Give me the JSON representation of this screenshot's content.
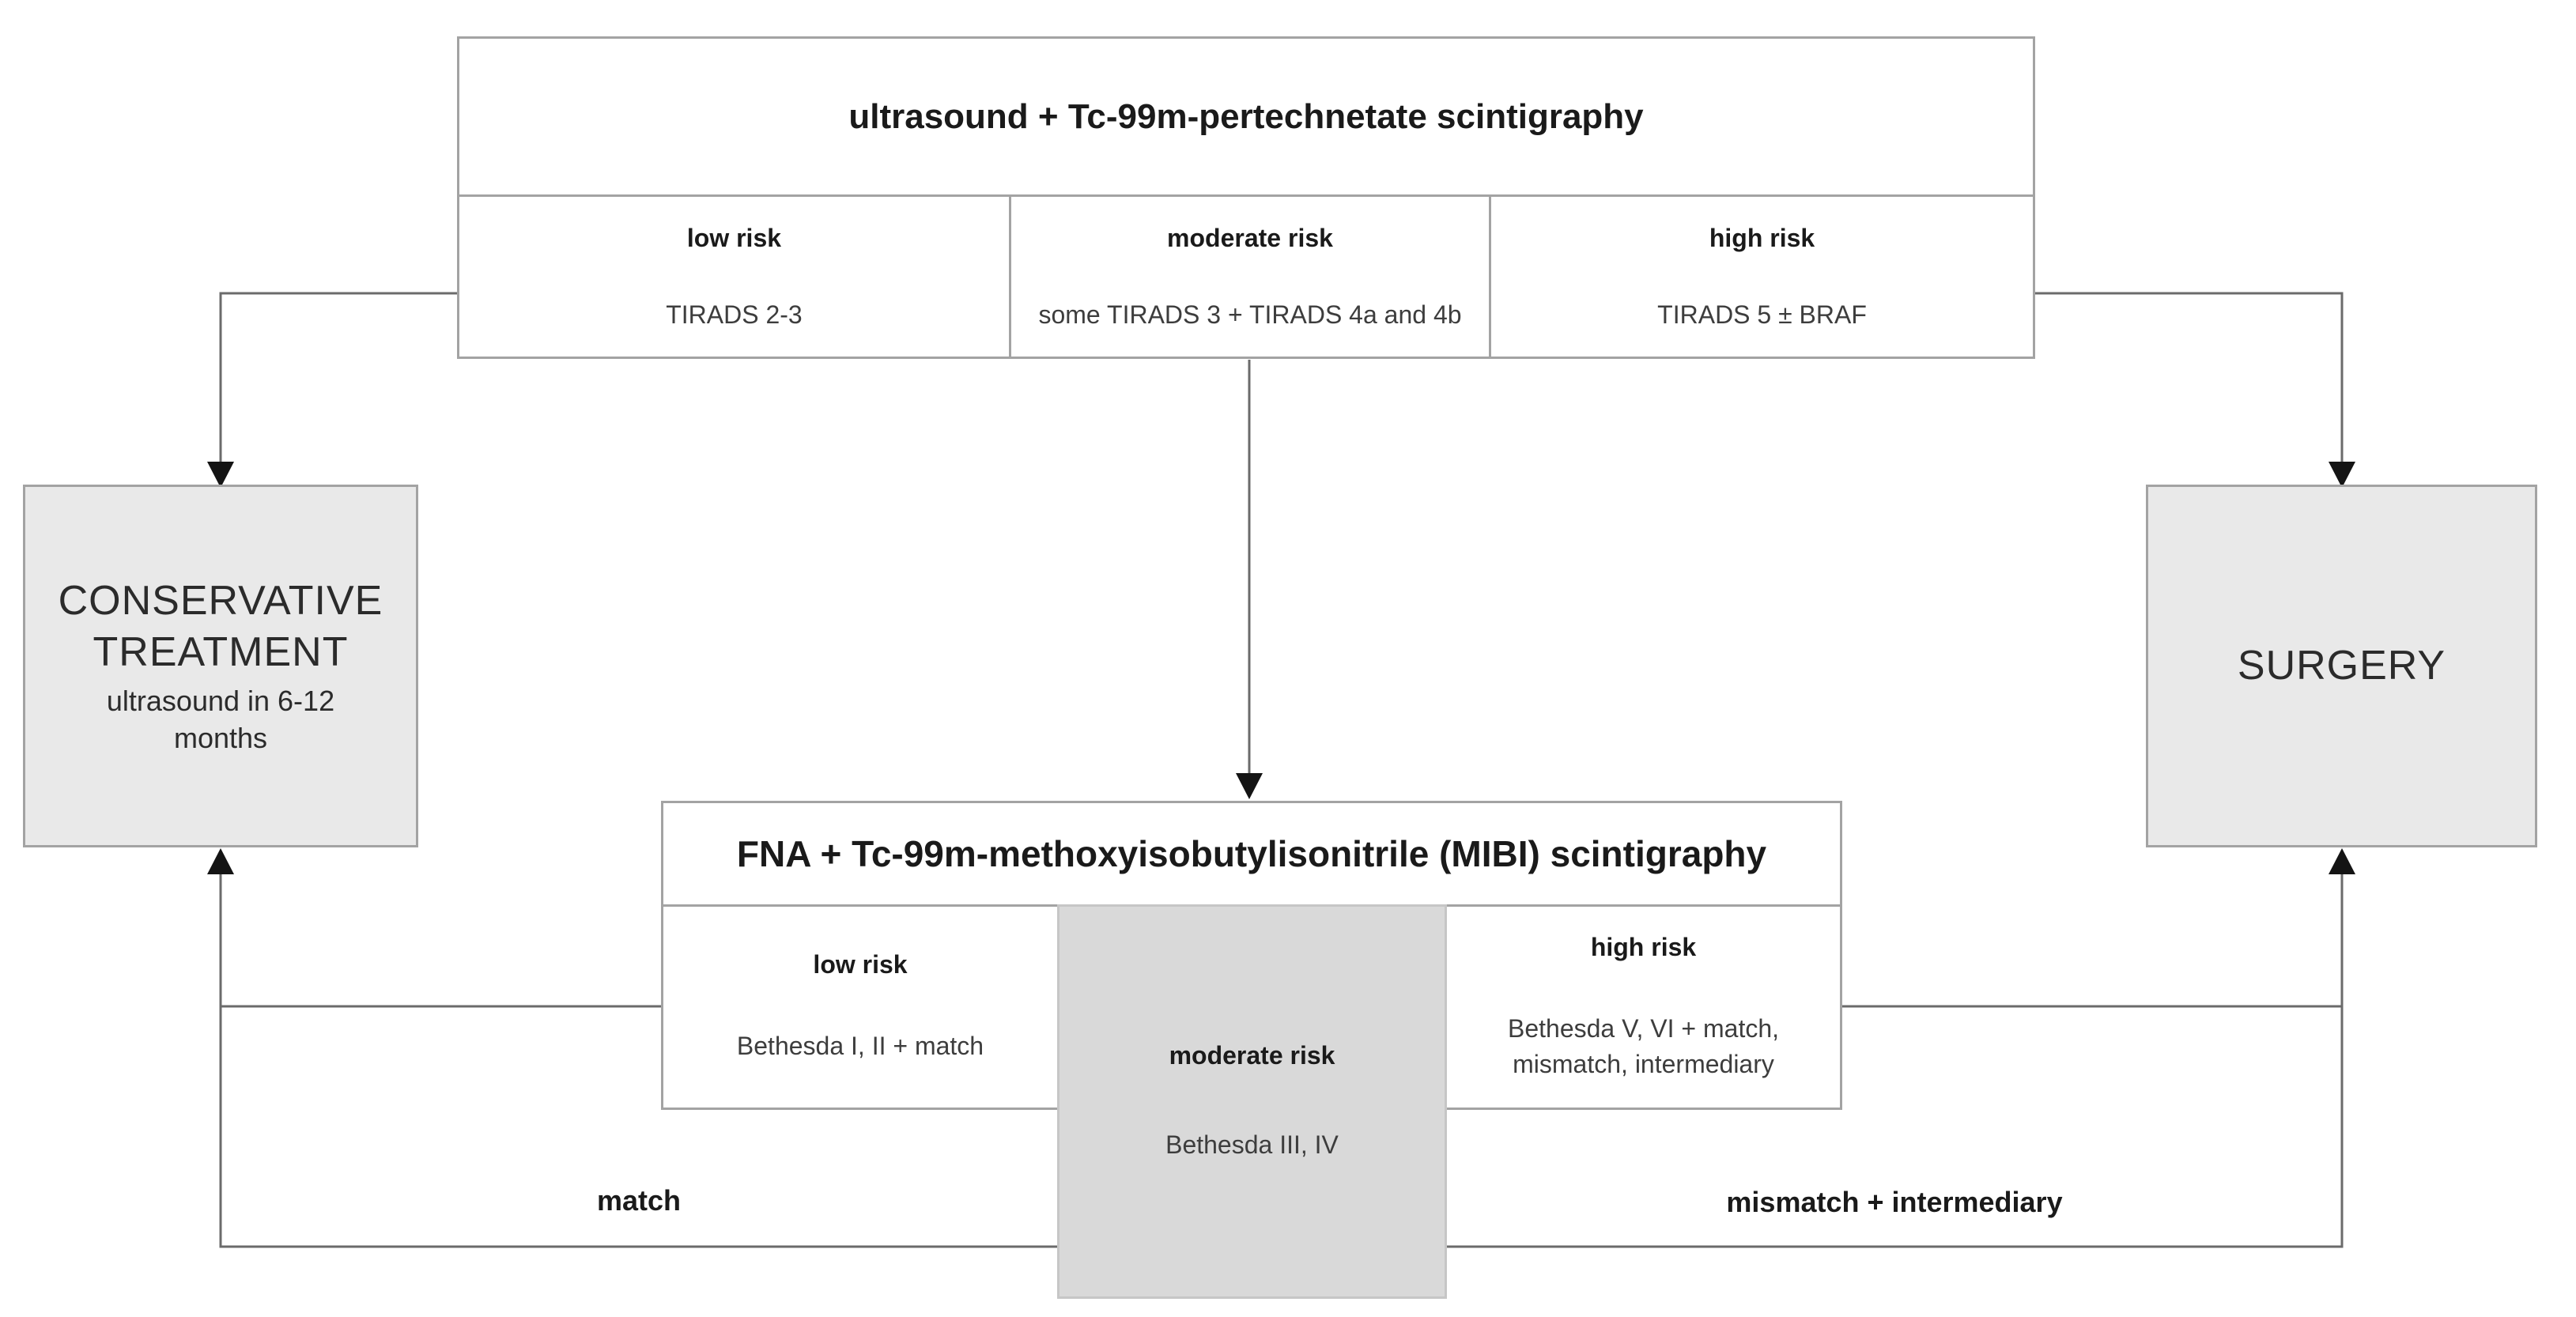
{
  "diagram": {
    "top_table": {
      "title": "ultrasound + Tc-99m-pertechnetate scintigraphy",
      "cells": [
        {
          "risk": "low risk",
          "criteria": "TIRADS 2-3"
        },
        {
          "risk": "moderate risk",
          "criteria": "some TIRADS 3 + TIRADS 4a and 4b"
        },
        {
          "risk": "high risk",
          "criteria": "TIRADS 5 ± BRAF"
        }
      ]
    },
    "conservative_box": {
      "title": "CONSERVATIVE TREATMENT",
      "subtitle": "ultrasound in 6-12 months"
    },
    "surgery_box": {
      "title": "SURGERY"
    },
    "fna_table": {
      "title": "FNA + Tc-99m-methoxyisobutylisonitrile (MIBI) scintigraphy",
      "cells": [
        {
          "risk": "low risk",
          "criteria": "Bethesda I, II + match"
        },
        {
          "risk": "moderate risk",
          "criteria": "Bethesda III, IV"
        },
        {
          "risk": "high risk",
          "criteria": "Bethesda V, VI + match, mismatch, intermediary"
        }
      ]
    },
    "edge_labels": {
      "match": "match",
      "mismatch": "mismatch + intermediary"
    },
    "colors": {
      "outcome_fill": "#e9e9e9",
      "moderate_fill": "#d9d9d9",
      "box_border": "#a3a3a3",
      "connector_line": "#6b6b6b",
      "arrowhead": "#141414"
    }
  }
}
